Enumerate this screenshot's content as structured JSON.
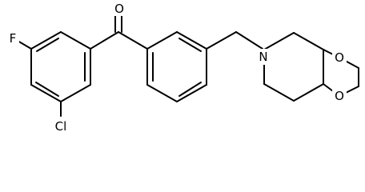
{
  "molecule": {
    "atoms": {
      "F": "F",
      "Cl": "Cl",
      "O_carbonyl": "O",
      "N": "N",
      "O_ketal_top": "O",
      "O_ketal_bottom": "O"
    }
  }
}
